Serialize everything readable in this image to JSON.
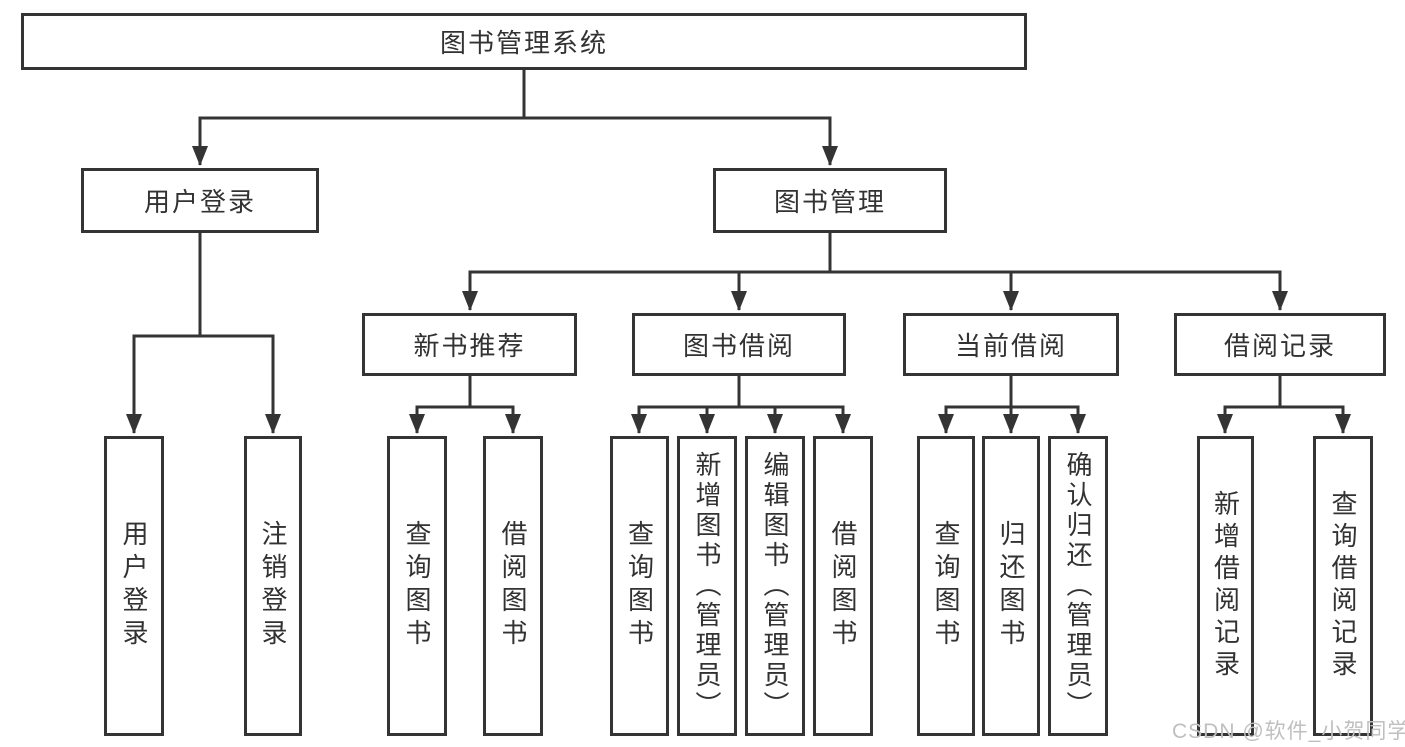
{
  "palette": {
    "line_color": "#343434",
    "text_color": "#323232",
    "background": "#ffffff",
    "watermark_color": "#bfbfbf"
  },
  "tree": {
    "root": "图书管理系统",
    "level2": [
      "用户登录",
      "图书管理"
    ],
    "level3": [
      "新书推荐",
      "图书借阅",
      "当前借阅",
      "借阅记录"
    ],
    "leaves_user_login": [
      "用户登录",
      "注销登录"
    ],
    "leaves_new_book": [
      "查询图书",
      "借阅图书"
    ],
    "leaves_book_borrow": [
      "查询图书",
      "新增图书（管理员）",
      "编辑图书（管理员）",
      "借阅图书"
    ],
    "leaves_current_borrow": [
      "查询图书",
      "归还图书",
      "确认归还（管理员）"
    ],
    "leaves_borrow_records": [
      "新增借阅记录",
      "查询借阅记录"
    ]
  },
  "watermark": "CSDN @软件_小贺同学"
}
